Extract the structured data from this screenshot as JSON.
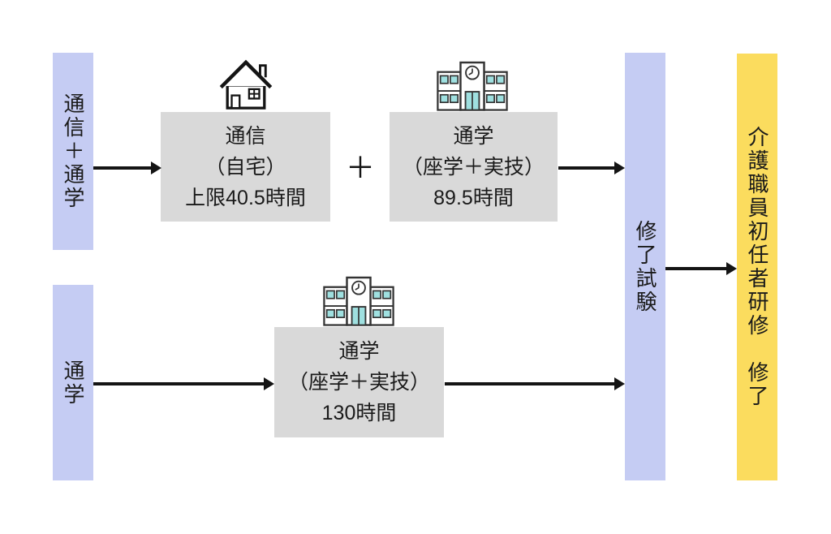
{
  "colors": {
    "route_bar": "#c5ccf3",
    "completion_bar": "#fbdc5e",
    "box_bg": "#d9d9d9",
    "line": "#141414",
    "school_window": "#9fe0e0",
    "text": "#1a1a1a"
  },
  "left_routes": [
    {
      "label": "通信＋通学"
    },
    {
      "label": "通学"
    }
  ],
  "boxes": [
    {
      "icon": "house-icon",
      "lines": [
        "通信",
        "（自宅）",
        "上限40.5時間"
      ]
    },
    {
      "icon": "school-icon",
      "lines": [
        "通学",
        "（座学＋実技）",
        "89.5時間"
      ]
    },
    {
      "icon": "school-icon",
      "lines": [
        "通学",
        "（座学＋実技）",
        "130時間"
      ]
    }
  ],
  "plus_sign": "＋",
  "exam_bar": {
    "label": "修了試験"
  },
  "completion_bar": {
    "label": "介護職員初任者研修　修了"
  }
}
